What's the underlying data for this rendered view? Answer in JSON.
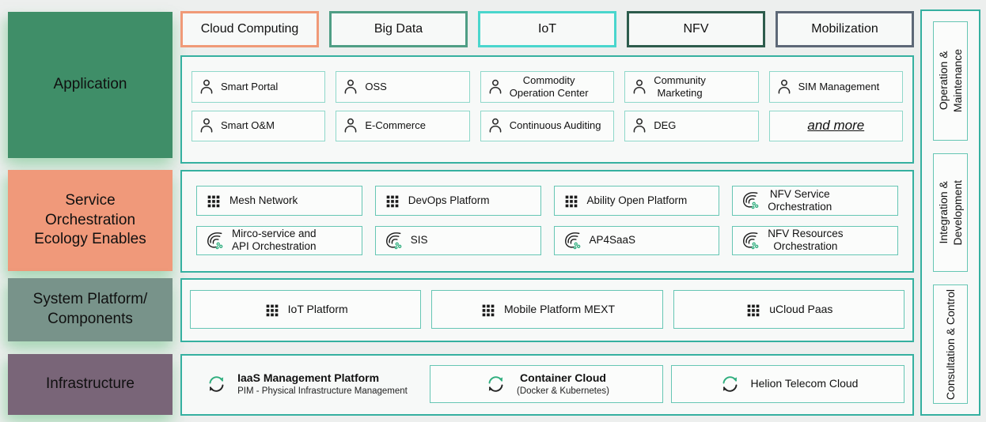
{
  "colors": {
    "background": "#edefee",
    "panel_background": "#f7f9f8",
    "container_border": "#35b0a0",
    "item_border": "#8fd8ca",
    "application_label_bg": "#3f8e68",
    "service_label_bg": "#f0997a",
    "system_label_bg": "#78938a",
    "infrastructure_label_bg": "#796578",
    "tab_cloud_computing_border": "#f09a78",
    "tab_big_data_border": "#4f9e85",
    "tab_iot_border": "#4ad6cd",
    "tab_nfv_border": "#2d5c4c",
    "tab_mobilization_border": "#5d6877",
    "icon_green": "#2fae7e",
    "icon_dark": "#222222"
  },
  "tabs": [
    {
      "label": "Cloud Computing"
    },
    {
      "label": "Big Data"
    },
    {
      "label": "IoT"
    },
    {
      "label": "NFV"
    },
    {
      "label": "Mobilization"
    }
  ],
  "rows": {
    "application": {
      "label": "Application",
      "items_row1": [
        {
          "label": "Smart Portal",
          "icon": "person-icon"
        },
        {
          "label": "OSS",
          "icon": "person-icon"
        },
        {
          "label": "Commodity\nOperation Center",
          "icon": "person-icon"
        },
        {
          "label": "Community\nMarketing",
          "icon": "person-icon"
        },
        {
          "label": "SIM Management",
          "icon": "person-icon"
        }
      ],
      "items_row2": [
        {
          "label": "Smart O&M",
          "icon": "person-icon"
        },
        {
          "label": "E-Commerce",
          "icon": "person-icon"
        },
        {
          "label": "Continuous Auditing",
          "icon": "person-icon"
        },
        {
          "label": "DEG",
          "icon": "person-icon"
        },
        {
          "label": "and more",
          "icon": ""
        }
      ]
    },
    "service": {
      "label": "Service\nOrchestration\nEcology Enables",
      "items_row1": [
        {
          "label": "Mesh Network",
          "icon": "grid-icon"
        },
        {
          "label": "DevOps Platform",
          "icon": "grid-icon"
        },
        {
          "label": "Ability Open Platform",
          "icon": "grid-icon"
        },
        {
          "label": "NFV Service\nOrchestration",
          "icon": "swirl-icon"
        }
      ],
      "items_row2": [
        {
          "label": "Mirco-service and\nAPI Orchestration",
          "icon": "swirl-icon"
        },
        {
          "label": "SIS",
          "icon": "swirl-icon"
        },
        {
          "label": "AP4SaaS",
          "icon": "swirl-icon"
        },
        {
          "label": "NFV Resources\nOrchestration",
          "icon": "swirl-icon"
        }
      ]
    },
    "system": {
      "label": "System Platform/\nComponents",
      "items": [
        {
          "label": "IoT Platform",
          "icon": "grid-icon"
        },
        {
          "label": "Mobile Platform MEXT",
          "icon": "grid-icon"
        },
        {
          "label": "uCloud Paas",
          "icon": "grid-icon"
        }
      ]
    },
    "infrastructure": {
      "label": "Infrastructure",
      "items": [
        {
          "title": "IaaS Management Platform",
          "subtitle": "PIM - Physical Infrastructure Management",
          "icon": "cloud-sync-icon"
        },
        {
          "title": "Container Cloud",
          "subtitle": "(Docker & Kubernetes)",
          "icon": "cloud-sync-icon"
        },
        {
          "title": "Helion Telecom Cloud",
          "subtitle": "",
          "icon": "cloud-sync-icon"
        }
      ]
    }
  },
  "sidebar": {
    "items": [
      {
        "label": "Operation &\nMaintenance"
      },
      {
        "label": "Integration &\nDevelopment"
      },
      {
        "label": "Consultation & Control"
      }
    ]
  }
}
